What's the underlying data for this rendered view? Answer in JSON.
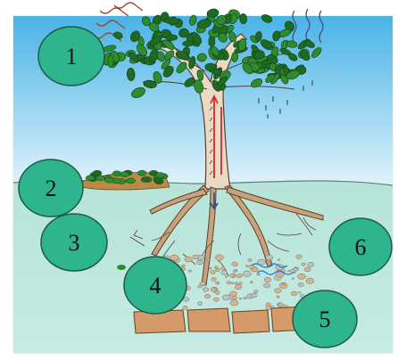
{
  "colors": {
    "sky_top": "#49b3e6",
    "sky_bottom": "#dff3fb",
    "soil": "#bfe6dc",
    "soil_deep": "#a9dccf",
    "trunk": "#ead9c3",
    "trunk_outline": "#5a4030",
    "root": "#c9a27a",
    "leaf": "#2e8b2e",
    "leaf_dark": "#1f6a22",
    "rock": "#d49a6a",
    "marker_fill": "#2fb58d",
    "marker_stroke": "#1d5b45",
    "sap_arrow": "#d22a2a",
    "water_wave": "#2a8ad6"
  },
  "markers": [
    {
      "label": "1"
    },
    {
      "label": "2"
    },
    {
      "label": "3"
    },
    {
      "label": "4"
    },
    {
      "label": "5"
    },
    {
      "label": "6"
    }
  ],
  "icons": {
    "sun_rays": "sun-rays-icon",
    "rain_drops": "water-drops-icon",
    "falling_leaf": "falling-leaf-icon",
    "leaf_litter": "leaf-litter-icon",
    "water": "water-wave-icon",
    "rocks": "bedrock-icon"
  }
}
